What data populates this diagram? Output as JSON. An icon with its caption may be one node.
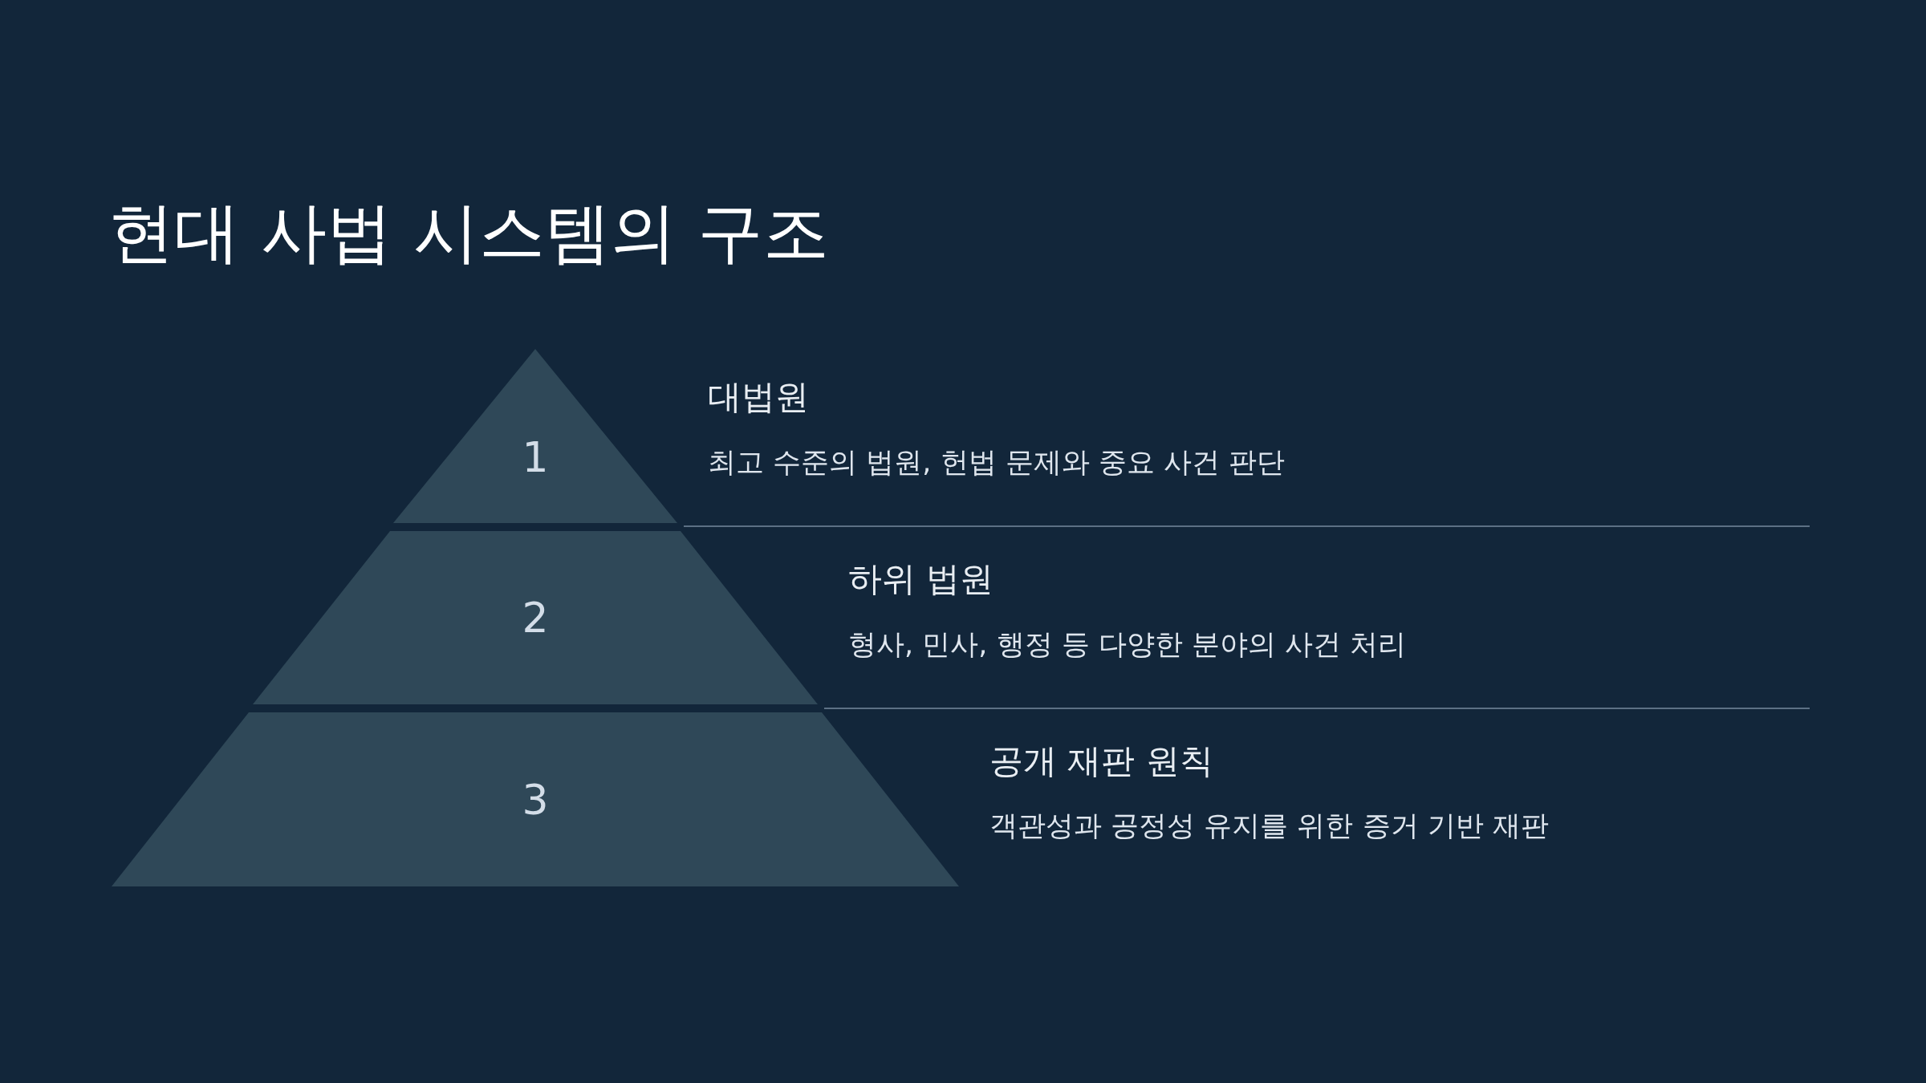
{
  "diagram": {
    "title": "현대 사법 시스템의 구조",
    "nodes": [
      {
        "text": [
          "1"
        ],
        "beside": [
          "대법원",
          "최고 수준의 법원, 헌법 문제와 중요 사건 판단"
        ]
      },
      {
        "text": [
          "2"
        ],
        "beside": [
          "하위 법원",
          "형사, 민사, 행정 등 다양한 분야의 사건 처리"
        ]
      },
      {
        "text": [
          "3"
        ],
        "beside": [
          "공개 재판 원칙",
          "객관성과 공정성 유지를 위한 증거 기반 재판"
        ]
      }
    ]
  }
}
